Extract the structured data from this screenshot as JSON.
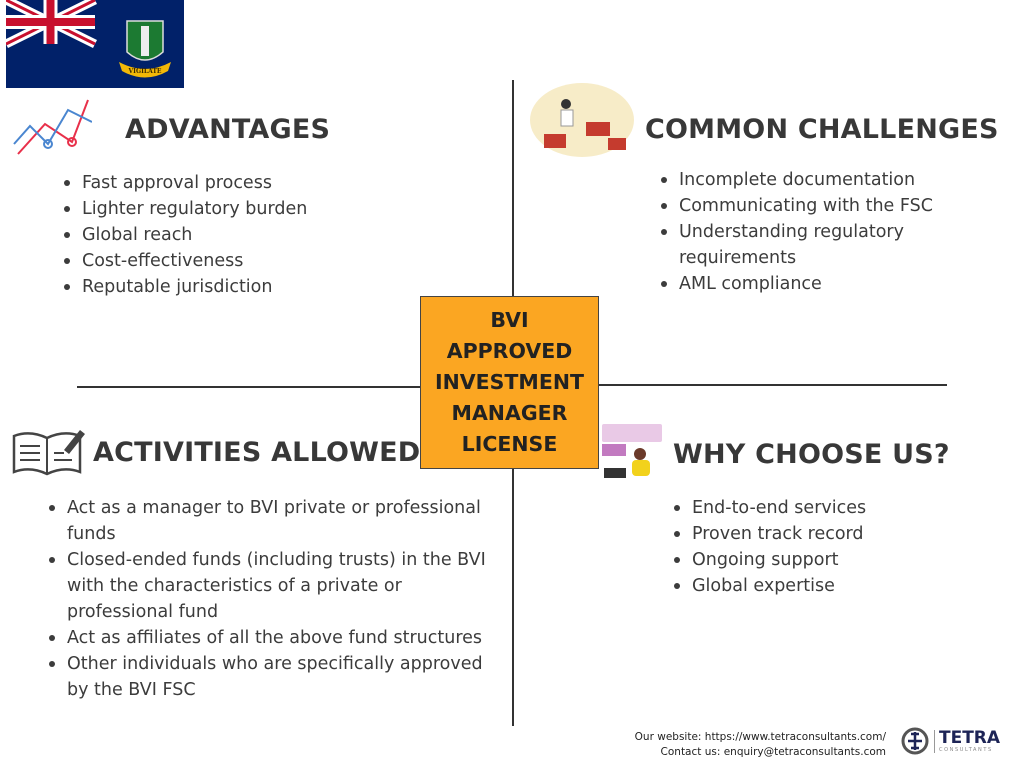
{
  "center": {
    "title": "BVI APPROVED INVESTMENT MANAGER LICENSE",
    "color": "#fba622"
  },
  "advantages": {
    "heading": "ADVANTAGES",
    "icon": "line-chart-icon",
    "items": [
      "Fast approval process",
      "Lighter regulatory burden",
      "Global reach",
      "Cost-effectiveness",
      "Reputable jurisdiction"
    ]
  },
  "challenges": {
    "heading": "COMMON CHALLENGES",
    "icon": "puzzle-person-icon",
    "items": [
      "Incomplete documentation",
      "Communicating with the FSC",
      "Understanding regulatory requirements",
      "AML compliance"
    ]
  },
  "activities": {
    "heading": "ACTIVITIES ALLOWED",
    "icon": "open-book-pencil-icon",
    "items": [
      "Act as a manager to BVI private or professional funds",
      "Closed-ended funds (including trusts) in the BVI with the characteristics of a private or professional fund",
      "Act as affiliates of all the above fund structures",
      "Other individuals who are specifically approved by the BVI FSC"
    ]
  },
  "why": {
    "heading": "WHY CHOOSE US?",
    "icon": "person-laptop-icon",
    "items": [
      "End-to-end services",
      "Proven track record",
      "Ongoing support",
      "Global expertise"
    ]
  },
  "footer": {
    "website": "Our website: https://www.tetraconsultants.com/",
    "contact": "Contact us: enquiry@tetraconsultants.com",
    "logo_name": "TETRA",
    "logo_sub": "CONSULTANTS"
  },
  "flag": {
    "icon": "bvi-flag-icon",
    "motto": "VIGILATE"
  }
}
